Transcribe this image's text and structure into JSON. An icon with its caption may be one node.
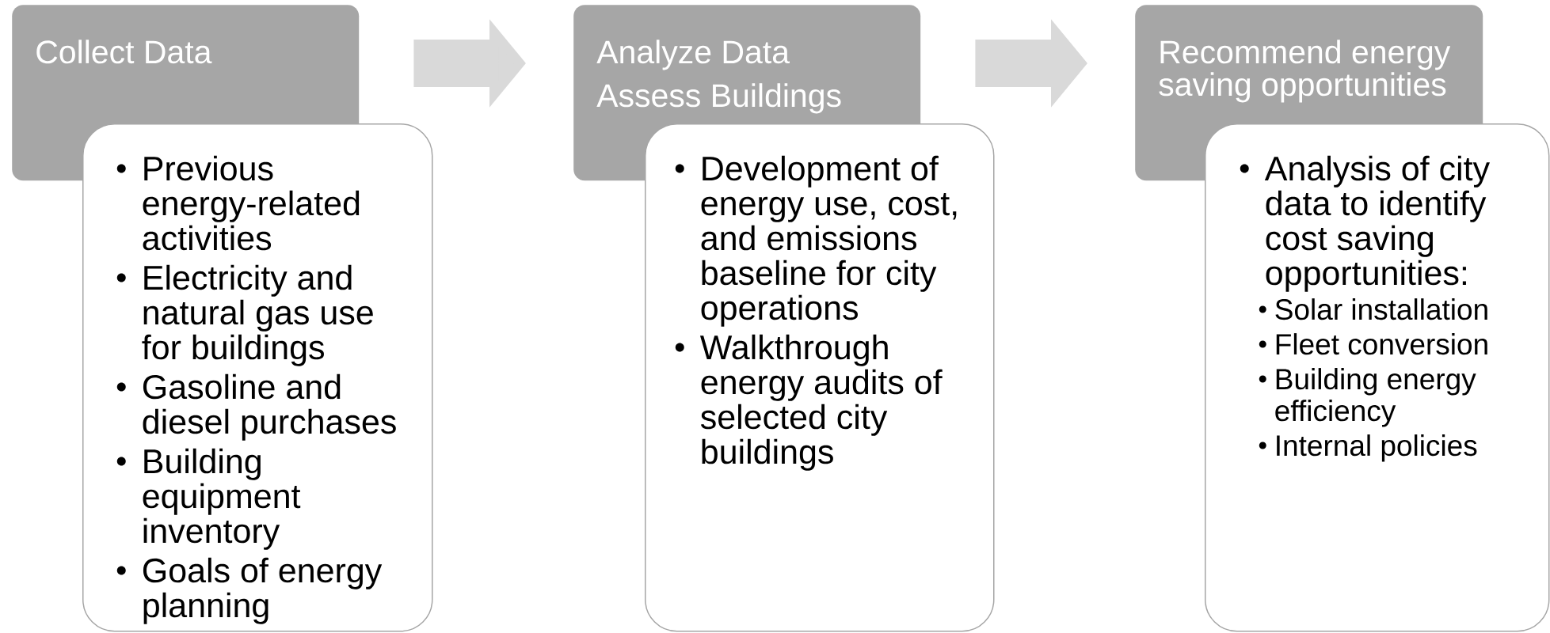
{
  "diagram": {
    "nodes": [
      {
        "text": [
          "Collect Data"
        ]
      },
      {
        "text": [
          "Previous energy-related activities",
          "Electricity and natural gas use for buildings",
          "Gasoline and diesel purchases",
          "Building equipment inventory",
          "Goals of energy planning"
        ]
      },
      {
        "text": [
          "Analyze Data",
          "Assess Buildings"
        ]
      },
      {
        "text": [
          "Development of energy use, cost, and emissions baseline for city operations",
          "Walkthrough energy audits of selected city buildings"
        ]
      },
      {
        "text": [
          "Recommend energy saving opportunities"
        ]
      },
      {
        "text": [
          "Analysis of city data to identify cost saving opportunities:",
          "Solar installation",
          "Fleet conversion",
          "Building energy efficiency",
          "Internal policies"
        ]
      }
    ],
    "edges": [
      {
        "from": 0,
        "to": 2,
        "arrow": "to"
      },
      {
        "from": 2,
        "to": 4,
        "arrow": "to"
      }
    ]
  }
}
